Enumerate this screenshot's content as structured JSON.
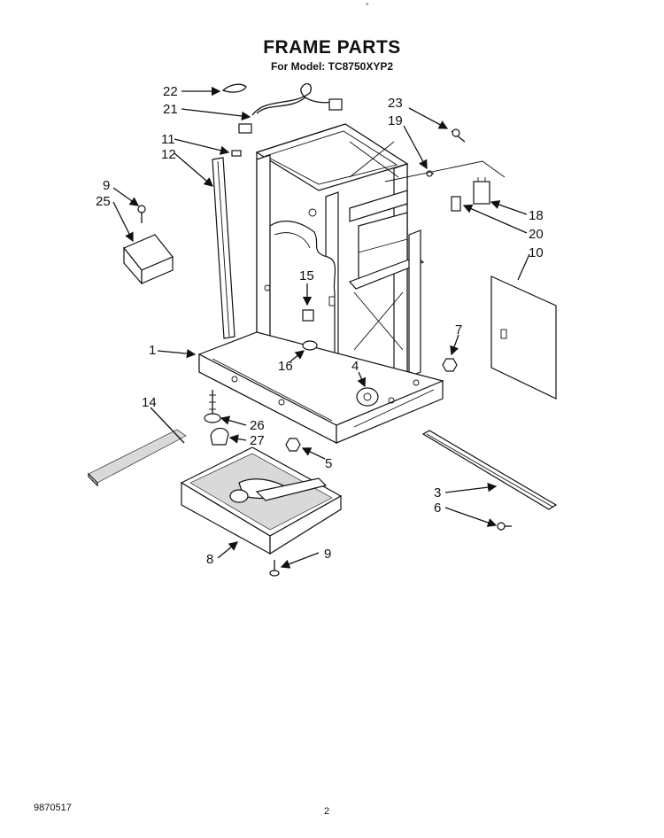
{
  "header": {
    "title": "FRAME PARTS",
    "subtitle": "For Model: TC8750XYP2"
  },
  "footer": {
    "doc_number": "9870517",
    "page_number": "2"
  },
  "corner_mark": "\"",
  "callouts": [
    "22",
    "21",
    "23",
    "19",
    "11",
    "12",
    "9",
    "25",
    "18",
    "20",
    "10",
    "15",
    "1",
    "7",
    "16",
    "4",
    "14",
    "26",
    "27",
    "5",
    "3",
    "6",
    "8",
    "9"
  ]
}
